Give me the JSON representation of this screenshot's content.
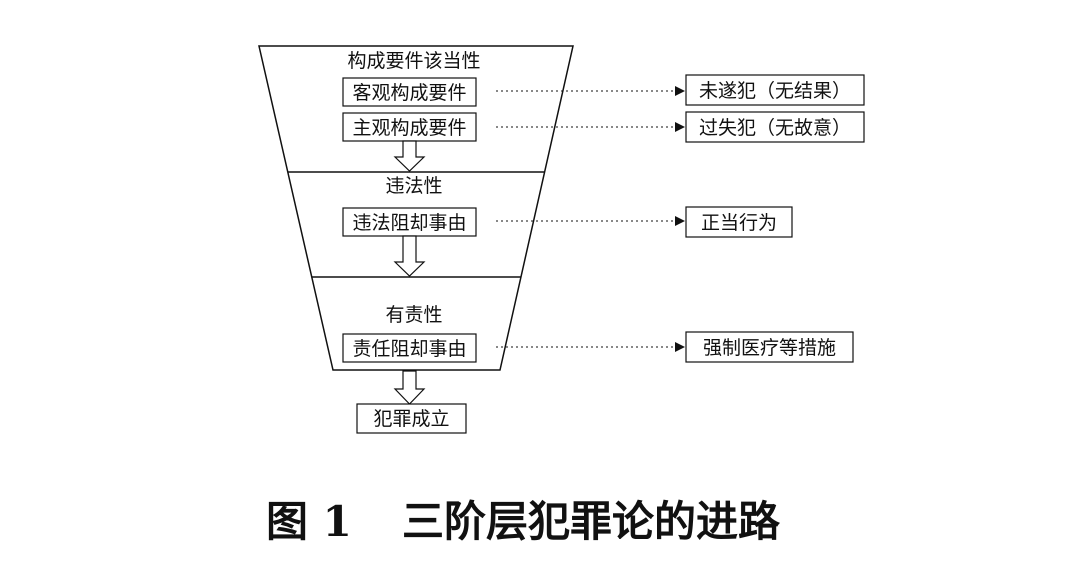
{
  "layers": [
    {
      "title": "构成要件该当性",
      "items": [
        "客观构成要件",
        "主观构成要件"
      ]
    },
    {
      "title": "违法性",
      "items": [
        "违法阻却事由"
      ]
    },
    {
      "title": "有责性",
      "items": [
        "责任阻却事由"
      ]
    }
  ],
  "outcomes": [
    "未遂犯（无结果）",
    "过失犯（无故意）",
    "正当行为",
    "强制医疗等措施"
  ],
  "result": "犯罪成立",
  "caption": {
    "number": "图 1",
    "text": "三阶层犯罪论的进路"
  }
}
